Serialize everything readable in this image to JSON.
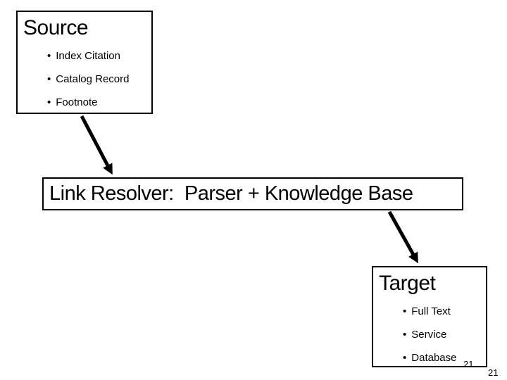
{
  "slide": {
    "background_color": "#ffffff",
    "text_color": "#000000",
    "border_color": "#000000",
    "arrow_color": "#000000",
    "bullet_glyph": "•"
  },
  "source_box": {
    "title": "Source",
    "items": [
      "Index Citation",
      "Catalog Record",
      "Footnote"
    ]
  },
  "resolver_box": {
    "label": "Link Resolver:  Parser + Knowledge Base"
  },
  "target_box": {
    "title": "Target",
    "items": [
      "Full Text",
      "Service",
      "Database"
    ]
  },
  "connections": [
    {
      "from": "source-box",
      "to": "resolver-box"
    },
    {
      "from": "resolver-box",
      "to": "target-box"
    }
  ],
  "footer": {
    "page_number": "21",
    "page_number_secondary": "21"
  }
}
